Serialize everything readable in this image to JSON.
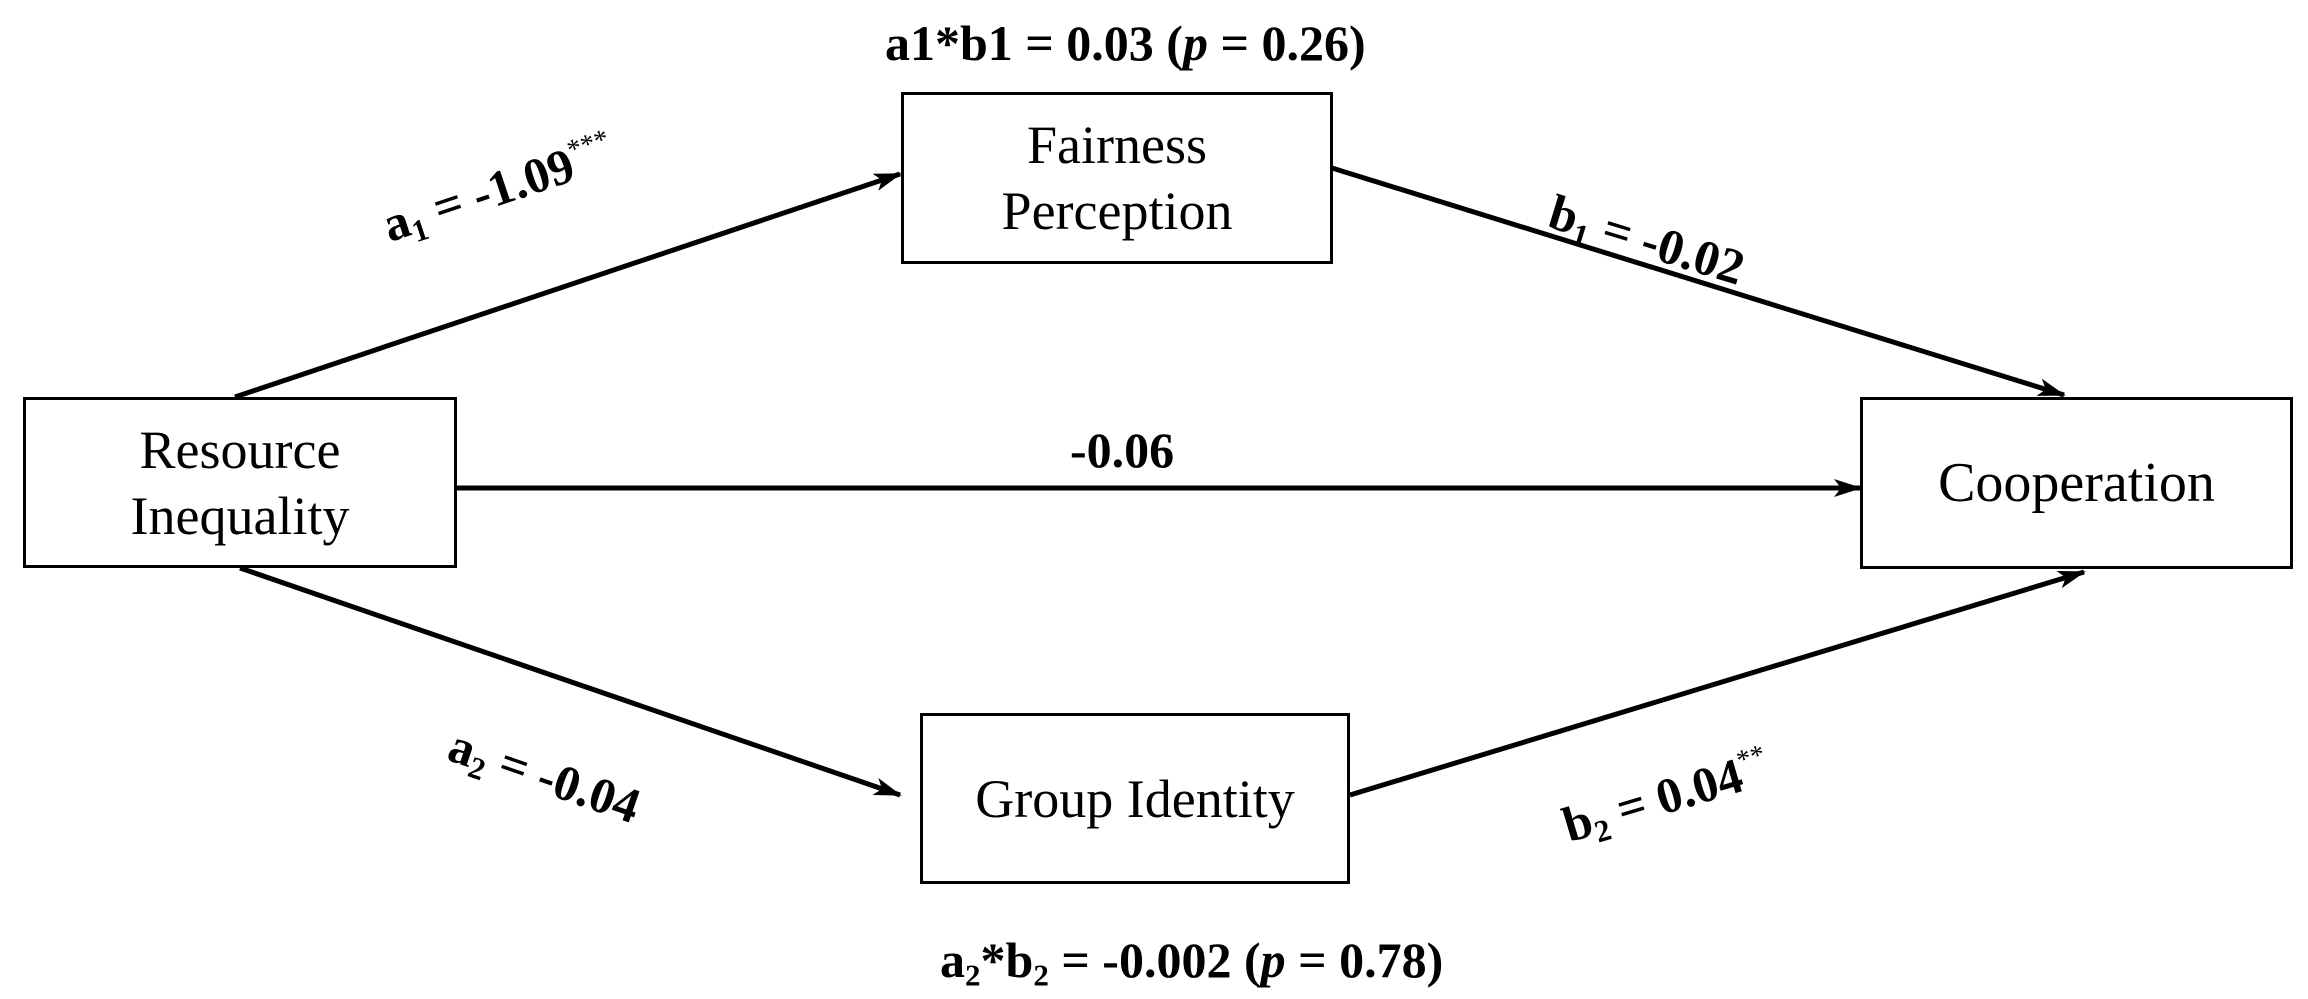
{
  "nodes": {
    "resource": {
      "line1": "Resource",
      "line2": "Inequality"
    },
    "fairness": {
      "line1": "Fairness",
      "line2": "Perception"
    },
    "group": {
      "label": "Group Identity"
    },
    "cooperation": {
      "label": "Cooperation"
    }
  },
  "paths": {
    "a1": {
      "symbol": "a",
      "sub": "1",
      "value": " = -1.09",
      "sig": "***"
    },
    "b1": {
      "symbol": "b",
      "sub": "1",
      "value": " = -0.02"
    },
    "direct": {
      "value": "-0.06"
    },
    "a2": {
      "symbol": "a",
      "sub": "2",
      "value": " = -0.04"
    },
    "b2": {
      "symbol": "b",
      "sub": "2",
      "value": " = 0.04",
      "sig": "**"
    }
  },
  "indirect": {
    "top": {
      "prefix": "a1*b1 = 0.03 (",
      "p": "p",
      "suffix": " = 0.26)"
    },
    "bottom": {
      "a": "a",
      "a_sub": "2",
      "mid": "*b",
      "b_sub": "2",
      "value": " = -0.002 (",
      "p": "p",
      "suffix": " = 0.78)"
    }
  }
}
